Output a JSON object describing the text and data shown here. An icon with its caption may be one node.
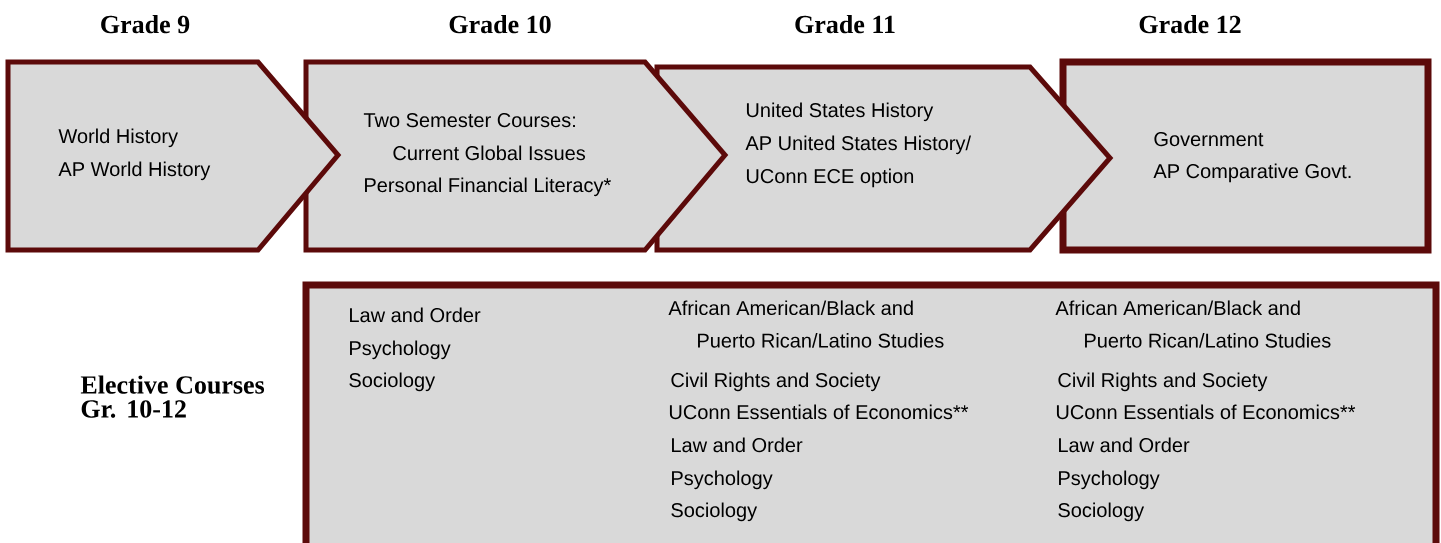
{
  "diagram": {
    "nodes": [
      {
        "text": [
          "Grade 9",
          "World History",
          "AP World History"
        ]
      },
      {
        "text": [
          "Grade 10",
          "Two Semester Courses:",
          "Current Global Issues",
          "Personal Financial Literacy*"
        ]
      },
      {
        "text": [
          "Grade 11",
          "United States History",
          "AP United States History/",
          "UConn ECE option"
        ]
      },
      {
        "text": [
          "Grade 12",
          "Government",
          "AP Comparative Govt."
        ]
      },
      {
        "text": [
          "Elective Courses Gr. 10-12",
          "Law and Order",
          "Psychology",
          "Sociology",
          "African American/Black and Puerto Rican/Latino Studies",
          "Civil Rights and Society",
          "UConn Essentials of Economics**",
          "Law and Order",
          "Psychology",
          "Sociology",
          "African American/Black and Puerto Rican/Latino Studies",
          "Civil Rights and Society",
          "UConn Essentials of Economics**",
          "Law and Order",
          "Psychology",
          "Sociology"
        ]
      }
    ],
    "edges": []
  }
}
